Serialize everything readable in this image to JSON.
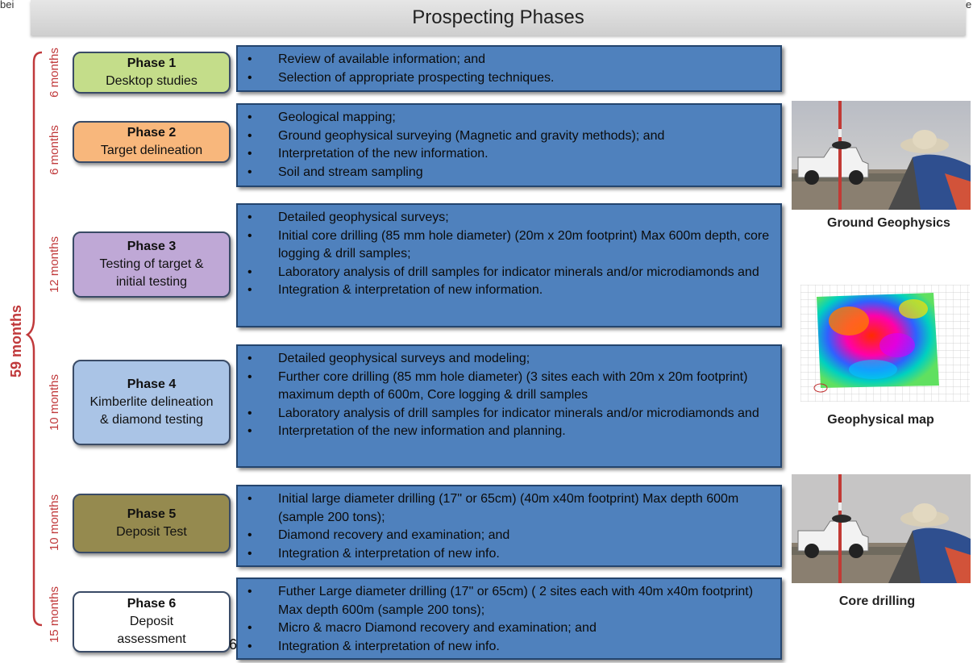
{
  "header": {
    "title": "Prospecting Phases",
    "left_cut_text": "bei",
    "right_cut_text": "e"
  },
  "timeline": {
    "total": "59 months",
    "durations": [
      "6 months",
      "6 months",
      "12 months",
      "10 months",
      "10 months",
      "15 months"
    ]
  },
  "phases": [
    {
      "title": "Phase 1",
      "name": "Desktop studies",
      "color": "#c4dd8a",
      "bullets": [
        "Review of available information; and",
        " Selection of appropriate prospecting techniques."
      ]
    },
    {
      "title": "Phase 2",
      "name": "Target delineation",
      "color": "#f8b77c",
      "bullets": [
        "Geological mapping;",
        "Ground geophysical surveying (Magnetic and gravity methods);  and",
        "Interpretation of the new information.",
        "Soil and stream sampling"
      ]
    },
    {
      "title": "Phase 3",
      "name": "Testing of target & initial testing",
      "color": "#bfa8d6",
      "bullets": [
        "Detailed geophysical surveys;",
        "Initial core drilling (85 mm hole diameter) (20m x 20m footprint) Max 600m depth, core logging & drill samples;",
        "Laboratory analysis of drill samples for indicator minerals and/or microdiamonds and",
        "Integration & interpretation of new information."
      ]
    },
    {
      "title": "Phase 4",
      "name": "Kimberlite delineation & diamond testing",
      "color": "#aac4e6",
      "bullets": [
        "Detailed geophysical surveys and modeling;",
        "Further core drilling (85 mm hole diameter) (3 sites each with 20m x 20m footprint) maximum depth of 600m, Core logging & drill samples",
        "Laboratory analysis of drill samples for indicator minerals and/or microdiamonds and",
        "Interpretation of the new information and planning."
      ]
    },
    {
      "title": "Phase 5",
      "name": "Deposit Test",
      "color": "#958a4f",
      "bullets": [
        "Initial large diameter drilling (17\" or 65cm) (40m x40m footprint) Max depth 600m (sample 200 tons);",
        "Diamond recovery and examination; and",
        "Integration & interpretation of new info."
      ]
    },
    {
      "title": "Phase 6",
      "name": "Deposit assessment",
      "color": "#ffffff",
      "bullets": [
        "Futher Large diameter drilling (17\" or 65cm) ( 2 sites each with 40m x40m footprint) Max depth 600m (sample 200 tons);",
        "Micro & macro Diamond recovery and examination; and",
        "Integration & interpretation of new info."
      ]
    }
  ],
  "overlay_text": "6",
  "images": [
    {
      "caption": "Ground Geophysics",
      "icon": "field-survey-photo"
    },
    {
      "caption": "Geophysical map",
      "icon": "geophysical-map-image"
    },
    {
      "caption": "Core drilling",
      "icon": "field-survey-photo"
    }
  ]
}
